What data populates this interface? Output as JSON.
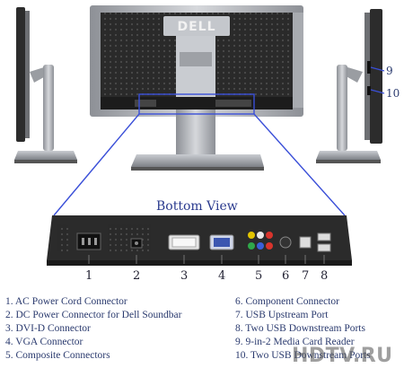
{
  "brand_logo": "DELL",
  "bottom_view": {
    "title": "Bottom View"
  },
  "port_numbers": [
    "1",
    "2",
    "3",
    "4",
    "5",
    "6",
    "7",
    "8"
  ],
  "side_callouts": [
    "9",
    "10"
  ],
  "legend": [
    "1. AC Power Cord Connector",
    "2. DC Power Connector for Dell Soundbar",
    "3. DVI-D Connector",
    "4. VGA Connector",
    "5. Composite Connectors",
    "6. Component Connector",
    "7. USB Upstream Port",
    "8. Two USB Downstream Ports",
    "9. 9-in-2 Media Card Reader",
    "10. Two USB Downstream Ports"
  ],
  "watermark": "HDTV.RU",
  "colors": {
    "callout_blue": "#3a4fd8",
    "legend_text": "#2a3a6e",
    "panel_dark": "#2b2b2b",
    "silver": "#b9bcc2"
  }
}
